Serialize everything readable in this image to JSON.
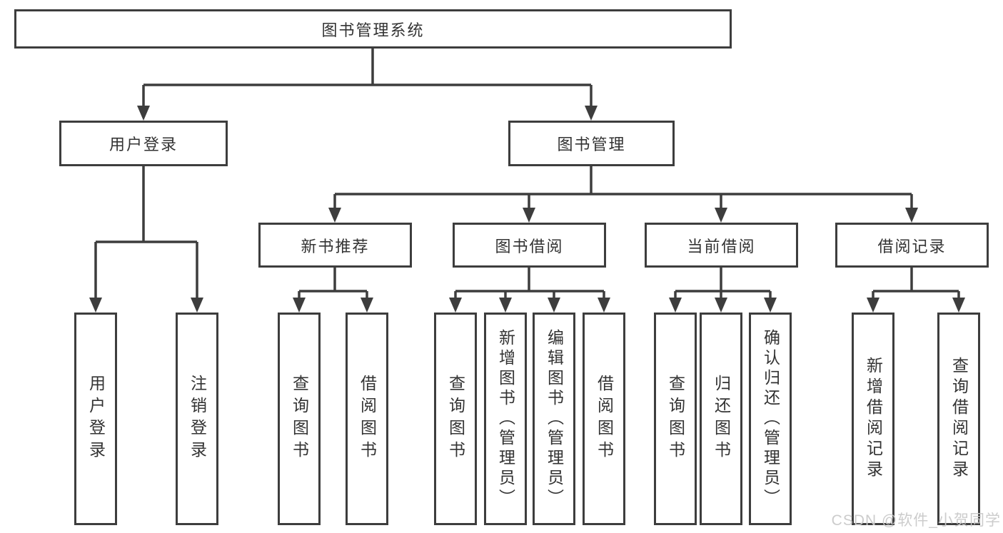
{
  "diagram": {
    "root": {
      "label": "图书管理系统"
    },
    "branches": [
      {
        "label": "用户登录",
        "leaves": [
          "用户登录",
          "注销登录"
        ]
      },
      {
        "label": "图书管理",
        "groups": [
          {
            "label": "新书推荐",
            "leaves": [
              "查询图书",
              "借阅图书"
            ]
          },
          {
            "label": "图书借阅",
            "leaves": [
              "查询图书",
              "新增图书（管理员）",
              "编辑图书（管理员）",
              "借阅图书"
            ]
          },
          {
            "label": "当前借阅",
            "leaves": [
              "查询图书",
              "归还图书",
              "确认归还（管理员）"
            ]
          },
          {
            "label": "借阅记录",
            "leaves": [
              "新增借阅记录",
              "查询借阅记录"
            ]
          }
        ]
      }
    ]
  },
  "watermark": {
    "text": "CSDN @软件_小贺同学"
  },
  "colors": {
    "line": "#3d3d3d",
    "box_border": "#3d3d3d",
    "box_fill": "#ffffff",
    "text": "#333333",
    "watermark_text": "#c9c9c9",
    "background": "#ffffff"
  }
}
